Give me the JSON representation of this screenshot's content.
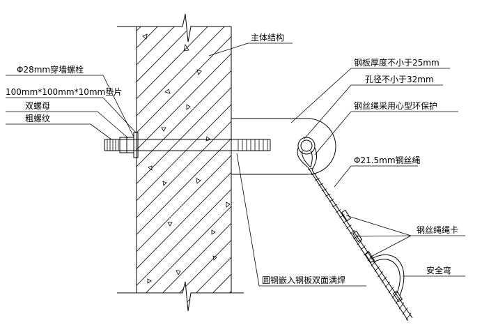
{
  "labels": {
    "main_structure": "主体结构",
    "through_bolt": "Φ28mm穿墙螺栓",
    "washer": "100mm*100mm*10mm垫片",
    "double_nut": "双螺母",
    "coarse_thread": "粗螺纹",
    "plate_thickness": "钢板厚度不小于25mm",
    "hole_diameter": "孔径不小于32mm",
    "thimble": "钢丝绳采用心型环保护",
    "wire_rope": "Φ21.5mm钢丝绳",
    "rope_clip": "钢丝绳绳卡",
    "safety_bend": "安全弯",
    "weld": "圆钢嵌入钢板双面满焊"
  },
  "colors": {
    "line": "#000000",
    "background": "#ffffff"
  }
}
